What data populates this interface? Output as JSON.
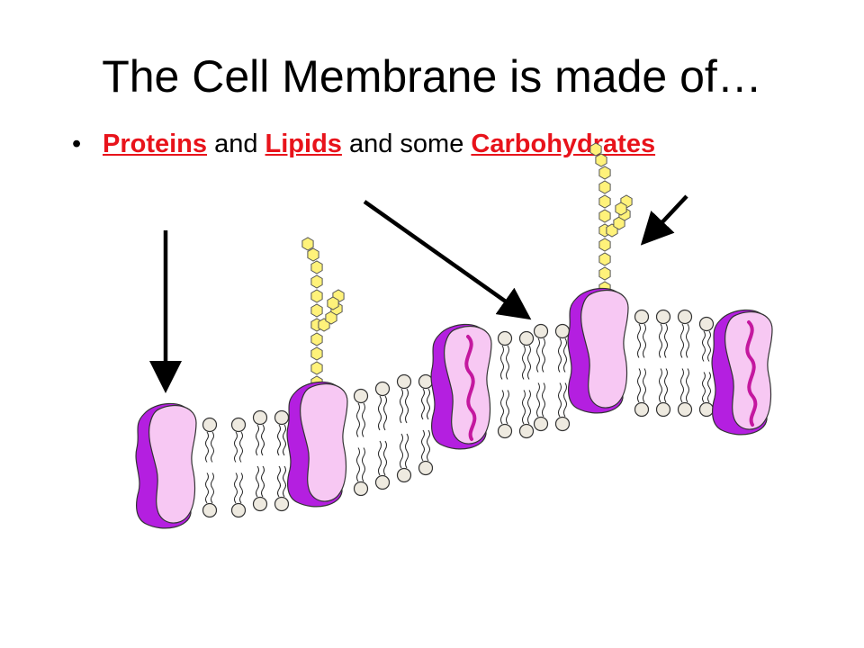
{
  "slide": {
    "title": "The Cell Membrane is made of…",
    "bullet_symbol": "•",
    "bullet": {
      "term_1": "Proteins",
      "connector_1": " and ",
      "term_2": "Lipids",
      "connector_2": " and some ",
      "term_3": "Carbohydrates"
    }
  },
  "colors": {
    "term_text": "#e8131b",
    "protein_dark": "#b41fe0",
    "protein_light": "#f7c8f3",
    "channel": "#c4189f",
    "lipid_head": "#eeeae0",
    "sugar": "#fff27a",
    "arrow": "#000000"
  },
  "diagram": {
    "parts": [
      "protein",
      "lipid-bilayer",
      "carbohydrate-chain"
    ]
  }
}
